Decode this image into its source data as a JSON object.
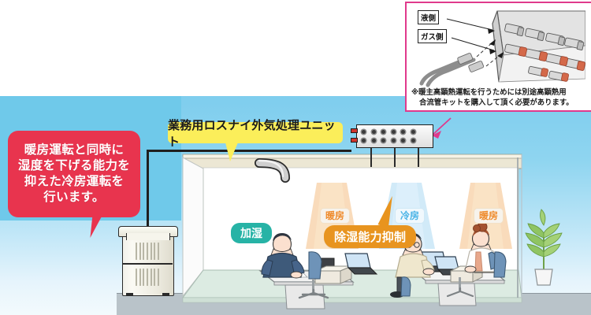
{
  "diagram": {
    "title_callout": {
      "lines": [
        "暖房運転と同時に",
        "湿度を下げる能力を",
        "抑えた冷房運転を",
        "行います。"
      ],
      "bg_color": "#e8344e",
      "text_color": "#ffffff"
    },
    "unit_callout": {
      "label": "業務用ロスナイ外気処理ユニット",
      "bg_color": "#fbee5a"
    },
    "room_badges": [
      {
        "label": "加湿",
        "type": "humidify",
        "color": "#27b3a6"
      },
      {
        "label": "暖房",
        "type": "heating",
        "color": "#ef8b2c"
      },
      {
        "label": "冷房",
        "type": "cooling",
        "color": "#49b3e6"
      },
      {
        "label": "暖房",
        "type": "heating",
        "color": "#ef8b2c"
      }
    ],
    "highlight_pill": {
      "label": "除湿能力抑制",
      "bg_color": "#e8941f",
      "text_color": "#ffffff"
    },
    "inset": {
      "border_color": "#e0398c",
      "labels": [
        {
          "name": "liquid-side",
          "text": "液側"
        },
        {
          "name": "gas-side",
          "text": "ガス側"
        }
      ],
      "caption_line1": "※暖主高顕熱運転を行うためには別途高顕熱用",
      "caption_line2": "合流管キットを購入して頂く必要があります。"
    },
    "colors": {
      "sky": "#7ecdee",
      "ground": "#b9c3c9",
      "floor": "#dcebe2",
      "ceiling": "#ece7d4"
    }
  }
}
